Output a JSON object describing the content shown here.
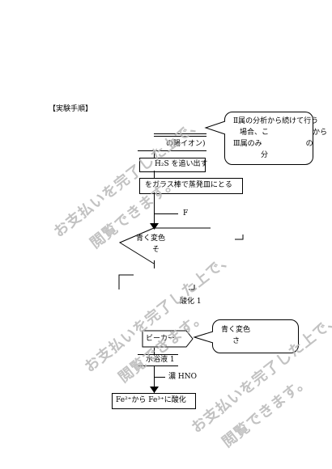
{
  "heading": "【実験手順】",
  "callout1": {
    "line1": "Ⅱ属の分析から続けて行う",
    "line2": "場合、こ　　　　　　から",
    "line3": "Ⅲ属のみ　　　　　　の",
    "line4": "分"
  },
  "flow": {
    "step1_fragment": "の陽イオン)",
    "step2": "H₂S を追い出す",
    "step3": "をガラス棒で蒸発皿にとる",
    "arrow_label": "F",
    "decision_line1": "青く変色",
    "decision_line2": "そ",
    "step4_fragment": "酸化 1",
    "beaker": "ビーカー",
    "water_bath": "水浴液 1",
    "conc_acid": "濃 HNO",
    "final": "Fe²⁺から Fe³⁺に酸化"
  },
  "callout2": {
    "line1": "青く変色",
    "line2": "さ"
  },
  "watermark": {
    "line1": "お支払いを完了した上で、",
    "line2": "閲覧できます。"
  }
}
